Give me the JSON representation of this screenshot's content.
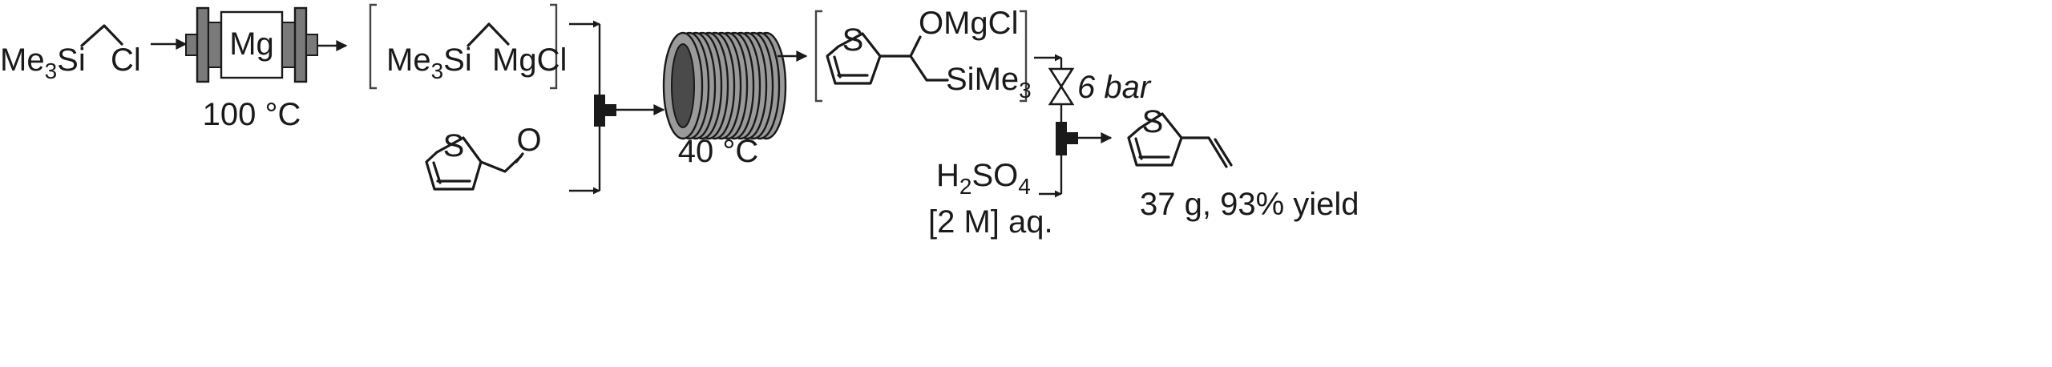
{
  "reagents": {
    "start_prefix": "Me",
    "start_sub": "3",
    "start_si": "Si",
    "start_cl": "Cl",
    "thiophene_s": "S",
    "aldehyde_o": "O",
    "acid_h": "H",
    "acid_h_sub": "2",
    "acid_so": "SO",
    "acid_so_sub": "4",
    "acid_conc": "[2 M] aq."
  },
  "reactor": {
    "packing": "Mg",
    "temp": "100 °C"
  },
  "grignard": {
    "me": "Me",
    "me_sub": "3",
    "si": "Si",
    "mgcl": "MgCl"
  },
  "coil": {
    "temp": "40 °C"
  },
  "intermediate": {
    "s": "S",
    "omgcl": "OMgCl",
    "sime": "SiMe",
    "sime_sub": "3"
  },
  "valve": {
    "pressure": "6 bar"
  },
  "product": {
    "s": "S",
    "yield": "37 g, 93% yield"
  },
  "colors": {
    "ink": "#1a1a1a",
    "reactor_fill": "#7a7a7a",
    "coil_fill": "#9a9a9a",
    "coil_core": "#4a4a4a"
  }
}
